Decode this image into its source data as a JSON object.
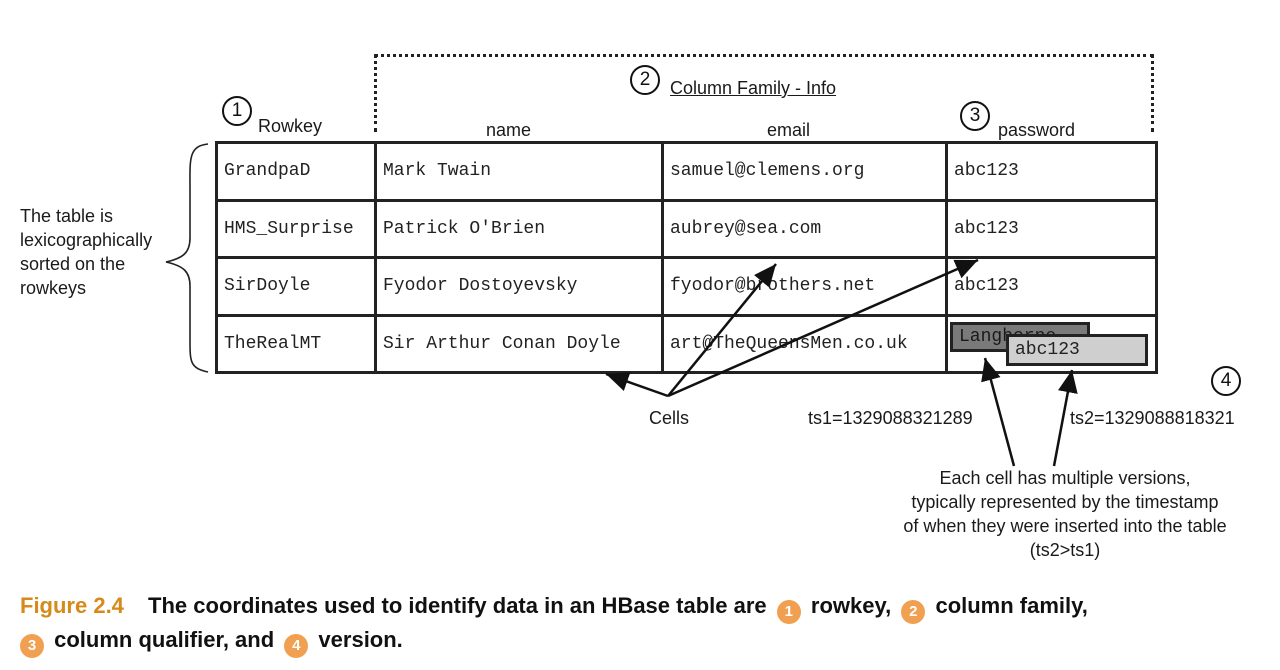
{
  "labels": {
    "rowkey": "Rowkey",
    "column_family": "Column Family - Info",
    "qualifiers": [
      "name",
      "email",
      "password"
    ],
    "sorted_note": [
      "The table is",
      "lexicographically",
      "sorted on the",
      "rowkeys"
    ],
    "cells": "Cells",
    "ts1": "ts1=1329088321289",
    "ts2": "ts2=1329088818321",
    "versions_note": [
      "Each cell has multiple versions,",
      "typically represented by the timestamp",
      "of when they were inserted into the table",
      "(ts2>ts1)"
    ]
  },
  "markers": [
    "1",
    "2",
    "3",
    "4"
  ],
  "rows": [
    {
      "rowkey": "GrandpaD",
      "name": "Mark Twain",
      "email": "samuel@clemens.org",
      "password": "abc123"
    },
    {
      "rowkey": "HMS_Surprise",
      "name": "Patrick O'Brien",
      "email": "aubrey@sea.com",
      "password": "abc123"
    },
    {
      "rowkey": "SirDoyle",
      "name": "Fyodor Dostoyevsky",
      "email": "fyodor@brothers.net",
      "password": "abc123"
    },
    {
      "rowkey": "TheRealMT",
      "name": "Sir Arthur Conan Doyle",
      "email": "art@TheQueensMen.co.uk",
      "password": ""
    }
  ],
  "versions": {
    "older": "Langhorne",
    "newer": "abc123"
  },
  "caption": {
    "figure": "Figure 2.4",
    "lead": "The coordinates used to identify data in an HBase table are",
    "part1": "rowkey,",
    "part2": "column family,",
    "part3": "column qualifier, and",
    "part4": "version."
  }
}
